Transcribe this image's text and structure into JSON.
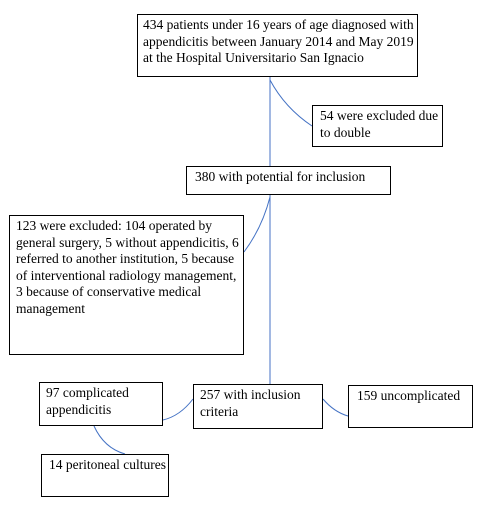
{
  "diagram": {
    "boxes": {
      "total": "434 patients under 16 years of age diagnosed with appendicitis between January 2014 and May 2019 at the Hospital Universitario San Ignacio",
      "excluded_double": "54 were excluded due to double",
      "potential": "380 with potential for inclusion",
      "excluded_123": "123 were excluded: 104 operated by general surgery, 5 without appendicitis, 6 referred to another institution, 5 because of interventional radiology management, 3 because of conservative medical management",
      "complicated": "97 complicated appendicitis",
      "inclusion": "257 with inclusion criteria",
      "uncomplicated": "159 uncomplicated",
      "cultures": "14 peritoneal cultures"
    },
    "colors": {
      "connector": "#4472C4",
      "border": "#000000",
      "text": "#000000",
      "background": "#ffffff"
    }
  }
}
